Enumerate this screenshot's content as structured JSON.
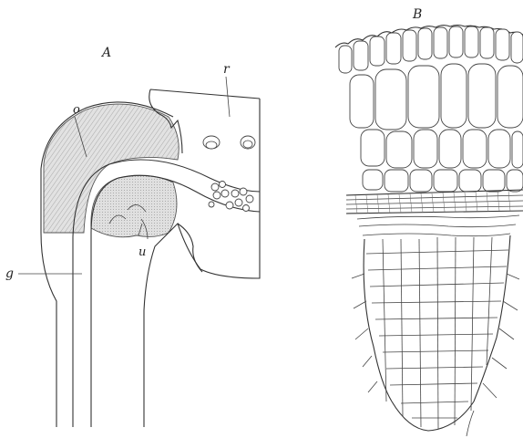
{
  "figure": {
    "panel_a_label": "A",
    "panel_b_label": "B",
    "labels": {
      "o": "o",
      "r": "r",
      "g": "g",
      "u": "u"
    }
  },
  "colors": {
    "ink": "#333333",
    "shading": "#d8d8d8",
    "background": "#ffffff"
  }
}
